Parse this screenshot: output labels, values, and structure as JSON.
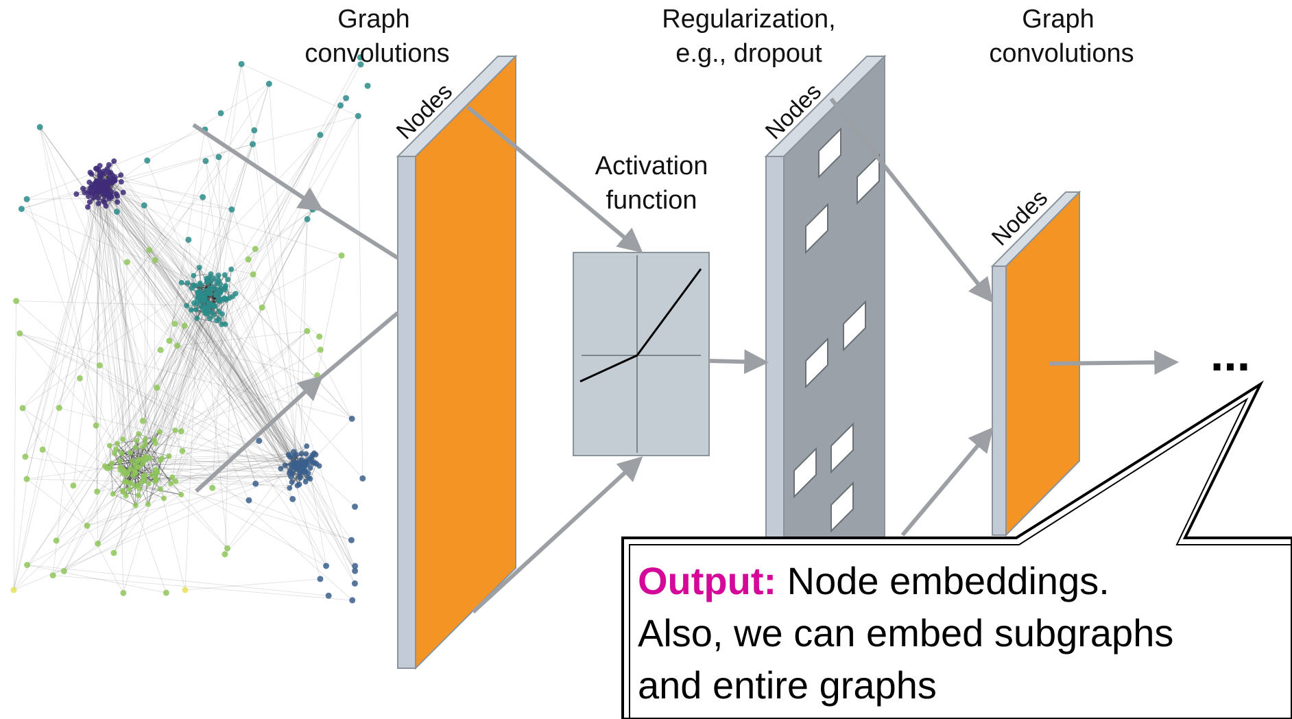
{
  "labels": {
    "graph_conv_1_line1": "Graph",
    "graph_conv_1_line2": "convolutions",
    "regularization_line1": "Regularization,",
    "regularization_line2": "e.g., dropout",
    "graph_conv_2_line1": "Graph",
    "graph_conv_2_line2": "convolutions",
    "activation_line1": "Activation",
    "activation_line2": "function",
    "nodes": "Nodes",
    "ellipsis": "..."
  },
  "callout": {
    "emphasis": "Output:",
    "line1_rest": " Node embeddings.",
    "line2": "Also, we can embed subgraphs",
    "line3": "and entire graphs"
  },
  "colors": {
    "orange_layer": "#f49425",
    "panel_face": "#c2cbd6",
    "panel_dark": "#9aa1a8",
    "arrow": "#9ca0a4",
    "activation_box": "#c4ccd4",
    "output_magenta": "#d4099a",
    "cluster_purple": "#3f2b7a",
    "cluster_teal": "#2a8c8a",
    "cluster_blue": "#3a5f8c",
    "cluster_green": "#8fc65a",
    "cluster_yellow": "#e8e05a"
  }
}
